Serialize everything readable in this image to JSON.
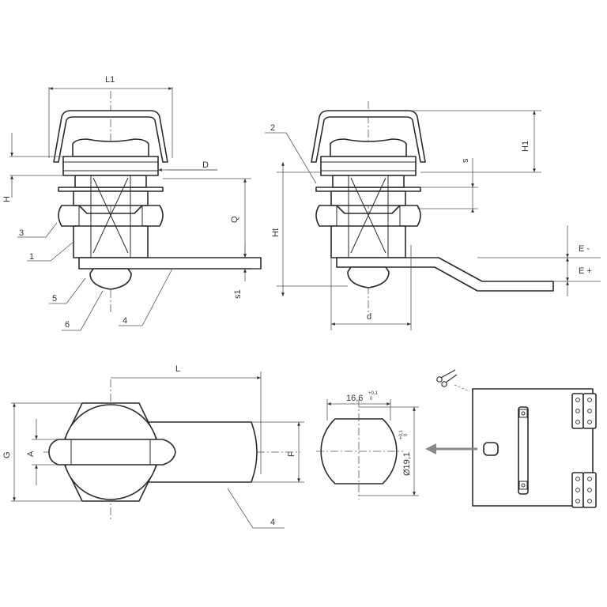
{
  "labels": {
    "L1": "L1",
    "D": "D",
    "H": "H",
    "Q": "Q",
    "s1": "s1",
    "H1": "H1",
    "s": "s",
    "Ht": "Ht",
    "E_minus": "E -",
    "E_plus": "E +",
    "d": "d",
    "L": "L",
    "G": "G",
    "A": "A",
    "F": "F"
  },
  "callouts": {
    "c1": "1",
    "c2": "2",
    "c3": "3",
    "c4": "4",
    "c5": "5",
    "c6": "6",
    "c4_bottom": "4"
  },
  "cutout": {
    "width_value": "16,6",
    "width_tol_upper": "+0,1",
    "width_tol_lower": "0",
    "diameter_value": "Ø19,1",
    "diameter_tol_upper": "+0,1",
    "diameter_tol_lower": "0"
  },
  "icons": {
    "scissors": "scissors-icon"
  }
}
